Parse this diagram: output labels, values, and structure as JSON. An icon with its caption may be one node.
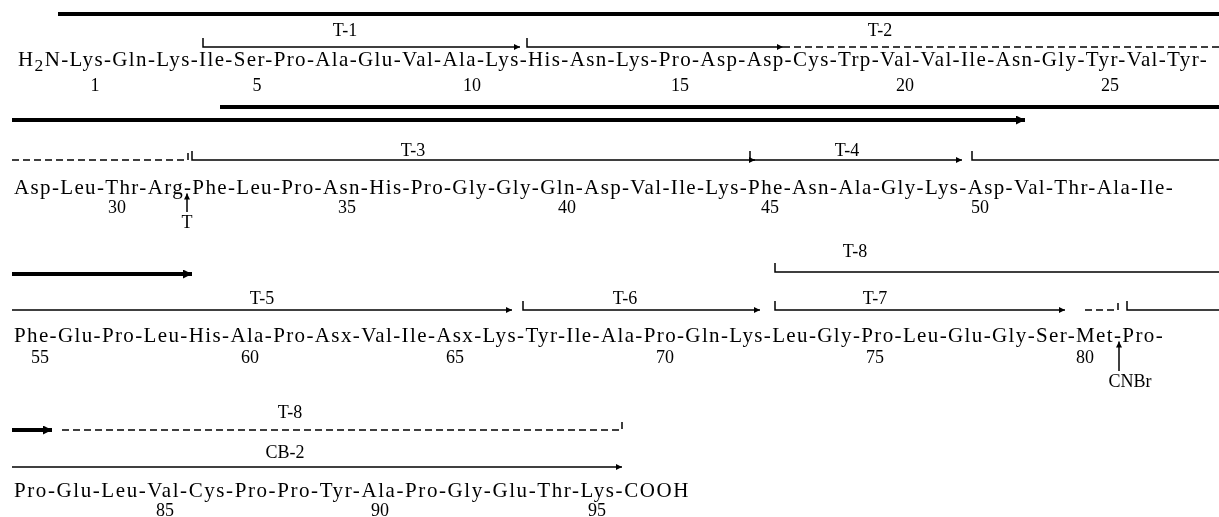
{
  "diagram": {
    "nodes": [
      {
        "text": [
          "T"
        ]
      },
      {
        "text": [
          "CNBr"
        ]
      },
      {
        "text": [
          "H$_{2}$N-Lys-Gln-Lys-Ile-Ser-Pro-Ala-Glu-Val-Ala-Lys-His-Asn-Lys-Pro-Asp-Asp-Cys-Trp-Val-Val-Ile-Asn-Gly-Tyr-Val-Tyr-"
        ]
      },
      {
        "text": [
          "Asp-Leu-Thr-Arg-Phe-Leu-Pro-Asn-His-Pro-Gly-Gly-Gln-Asp-Val-Ile-Lys-Phe-Asn-Ala-Gly-Lys-Asp-Val-Thr-Ala-Ile-"
        ]
      },
      {
        "text": [
          "Phe-Glu-Pro-Leu-His-Ala-Pro-Asx-Val-Ile-Asx-Lys-Tyr-Ile-Ala-Pro-Gln-Lys-Leu-Gly-Pro-Leu-Glu-Gly-Ser-Met-Pro-"
        ]
      },
      {
        "text": [
          "Pro-Glu-Leu-Val-Cys-Pro-Pro-Tyr-Ala-Pro-Gly-Glu-Thr-Lys-COOH"
        ]
      }
    ],
    "edges": [
      {
        "from": 0,
        "to": 3,
        "arrow": "to"
      },
      {
        "from": 1,
        "to": 4,
        "arrow": "to"
      }
    ],
    "labels": [
      "T-1",
      "T-2",
      "1",
      "5",
      "10",
      "15",
      "20",
      "25",
      "T-3",
      "T-4",
      "30",
      "35",
      "40",
      "45",
      "50",
      "T-8",
      "T-5",
      "T-6",
      "T-7",
      "55",
      "60",
      "65",
      "70",
      "75",
      "80",
      "T-8",
      "CB-2",
      "85",
      "90",
      "95"
    ]
  }
}
